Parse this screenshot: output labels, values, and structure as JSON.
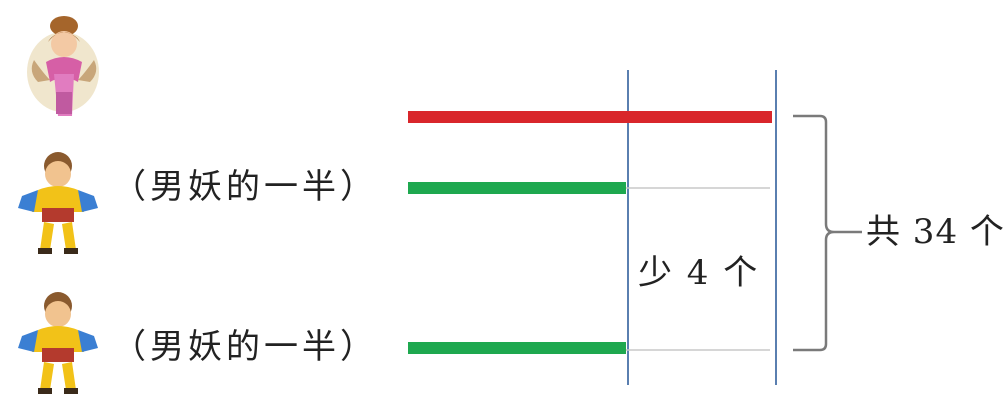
{
  "diagram": {
    "bars": [
      {
        "role": "female-demon",
        "color": "#d9262b",
        "relative_length": 1.0
      },
      {
        "role": "male-demon-half",
        "color": "#1ea84f",
        "relative_length": 0.6
      },
      {
        "role": "male-demon-half",
        "color": "#1ea84f",
        "relative_length": 0.6
      }
    ],
    "labels": {
      "half_label_1": "（男妖的一半）",
      "half_label_2": "（男妖的一半）",
      "difference": "少 4 个",
      "total": "共 34 个"
    },
    "colors": {
      "guide_line": "#5a7fb0",
      "brace": "#7a7a7a",
      "dashed_extension": "#c8c8c8"
    },
    "icons": [
      "female-demon-icon",
      "male-demon-icon",
      "male-demon-icon"
    ]
  }
}
